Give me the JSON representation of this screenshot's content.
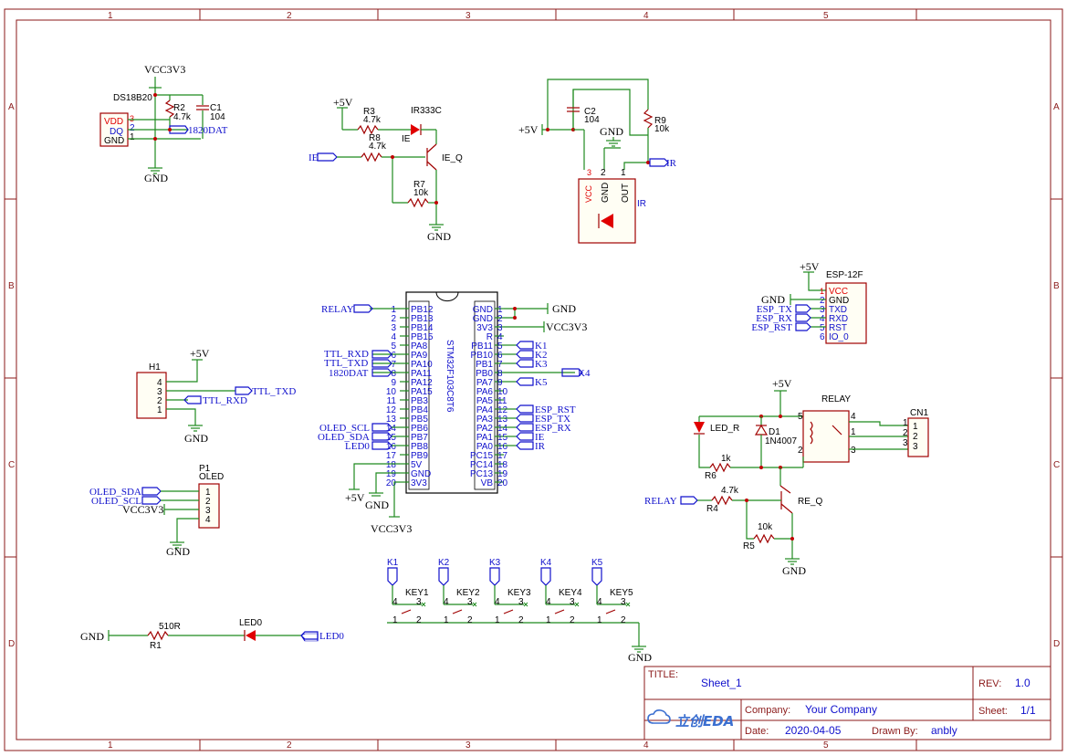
{
  "frame": {
    "cols": [
      "1",
      "2",
      "3",
      "4",
      "5"
    ],
    "rows": [
      "A",
      "B",
      "C",
      "D"
    ]
  },
  "title_block": {
    "title_label": "TITLE:",
    "title": "Sheet_1",
    "rev_label": "REV:",
    "rev": "1.0",
    "company_label": "Company:",
    "company": "Your Company",
    "sheet_label": "Sheet:",
    "sheet": "1/1",
    "date_label": "Date:",
    "date": "2020-04-05",
    "drawn_label": "Drawn By:",
    "drawn": "anbly",
    "logo": "立创EDA"
  },
  "ds18b20": {
    "name": "DS18B20",
    "pin_vdd": "VDD",
    "pin_dq": "DQ",
    "pin_gnd": "GND",
    "n3": "3",
    "n2": "2",
    "n1": "1",
    "r2": "R2",
    "r2v": "4.7k",
    "c1": "C1",
    "c1v": "104",
    "vcc": "VCC3V3",
    "gnd": "GND",
    "net": "1820DAT"
  },
  "ir_tx": {
    "vcc": "+5V",
    "r3": "R3",
    "r3v": "4.7k",
    "led": "IR333C",
    "ie_label": "IE",
    "r8": "R8",
    "r8v": "4.7k",
    "net_ie": "IE",
    "q": "IE_Q",
    "r7": "R7",
    "r7v": "10k",
    "gnd": "GND"
  },
  "ir_rx": {
    "vcc": "+5V",
    "c2": "C2",
    "c2v": "104",
    "gnd": "GND",
    "r9": "R9",
    "r9v": "10k",
    "net_ir": "IR",
    "pin_vcc": "VCC",
    "pin_gnd": "GND",
    "pin_out": "OUT",
    "n3": "3",
    "n2": "2",
    "n1": "1",
    "name": "IR"
  },
  "mcu": {
    "name": "STM32F103C8T6",
    "left_pins": [
      "PB12",
      "PB13",
      "PB14",
      "PB15",
      "PA8",
      "PA9",
      "PA10",
      "PA11",
      "PA12",
      "PA15",
      "PB3",
      "PB4",
      "PB5",
      "PB6",
      "PB7",
      "PB8",
      "PB9",
      "5V",
      "GND",
      "3V3"
    ],
    "right_pins": [
      "GND",
      "GND",
      "3V3",
      "R",
      "PB11",
      "PB10",
      "PB1",
      "PB0",
      "PA7",
      "PA6",
      "PA5",
      "PA4",
      "PA3",
      "PA2",
      "PA1",
      "PA0",
      "PC15",
      "PC14",
      "PC13",
      "VB"
    ],
    "left_nums": [
      "1",
      "2",
      "3",
      "4",
      "5",
      "6",
      "7",
      "8",
      "9",
      "10",
      "11",
      "12",
      "13",
      "14",
      "15",
      "16",
      "17",
      "18",
      "19",
      "20"
    ],
    "right_nums": [
      "1",
      "2",
      "3",
      "4",
      "5",
      "6",
      "7",
      "8",
      "9",
      "10",
      "11",
      "12",
      "13",
      "14",
      "15",
      "16",
      "17",
      "18",
      "19",
      "20"
    ],
    "nets_left": {
      "relay": "RELAY",
      "ttl_rxd": "TTL_RXD",
      "ttl_txd": "TTL_TXD",
      "dat": "1820DAT",
      "scl": "OLED_SCL",
      "sda": "OLED_SDA",
      "led0": "LED0"
    },
    "nets_right": {
      "gnd": "GND",
      "vcc": "VCC3V3",
      "k1": "K1",
      "k2": "K2",
      "k3": "K3",
      "k4": "K4",
      "k5": "K5",
      "esp_rst": "ESP_RST",
      "esp_tx": "ESP_TX",
      "esp_rx": "ESP_RX",
      "ie": "IE",
      "ir": "IR"
    },
    "p5v": "+5V",
    "pgnd": "GND",
    "p3v3": "VCC3V3"
  },
  "esp": {
    "name": "ESP-12F",
    "vcc": "+5V",
    "gnd": "GND",
    "pins": [
      "VCC",
      "GND",
      "TXD",
      "RXD",
      "RST",
      "IO_0"
    ],
    "nums": [
      "1",
      "2",
      "3",
      "4",
      "5",
      "6"
    ],
    "nets": [
      "ESP_TX",
      "ESP_RX",
      "ESP_RST"
    ]
  },
  "h1": {
    "name": "H1",
    "vcc": "+5V",
    "gnd": "GND",
    "nums": [
      "4",
      "3",
      "2",
      "1"
    ],
    "txd": "TTL_TXD",
    "rxd": "TTL_RXD"
  },
  "p1": {
    "name": "P1",
    "sub": "OLED",
    "nums": [
      "1",
      "2",
      "3",
      "4"
    ],
    "sda": "OLED_SDA",
    "scl": "OLED_SCL",
    "vcc": "VCC3V3",
    "gnd": "GND"
  },
  "relay": {
    "vcc": "+5V",
    "name": "RELAY",
    "led": "LED_R",
    "d1": "D1",
    "d1v": "1N4007",
    "r6": "R6",
    "r6v": "1k",
    "r4": "R4",
    "r4v": "4.7k",
    "q": "RE_Q",
    "r5": "R5",
    "r5v": "10k",
    "net": "RELAY",
    "gnd": "GND",
    "cn": "CN1",
    "cn_nums": [
      "1",
      "2",
      "3"
    ],
    "rl_nums": [
      "5",
      "4",
      "1",
      "3",
      "2"
    ]
  },
  "keys": {
    "labels": [
      "K1",
      "K2",
      "K3",
      "K4",
      "K5"
    ],
    "names": [
      "KEY1",
      "KEY2",
      "KEY3",
      "KEY4",
      "KEY5"
    ],
    "gnd": "GND"
  },
  "led0": {
    "gnd": "GND",
    "r1v": "510R",
    "r1": "R1",
    "led": "LED0",
    "net": "LED0"
  }
}
